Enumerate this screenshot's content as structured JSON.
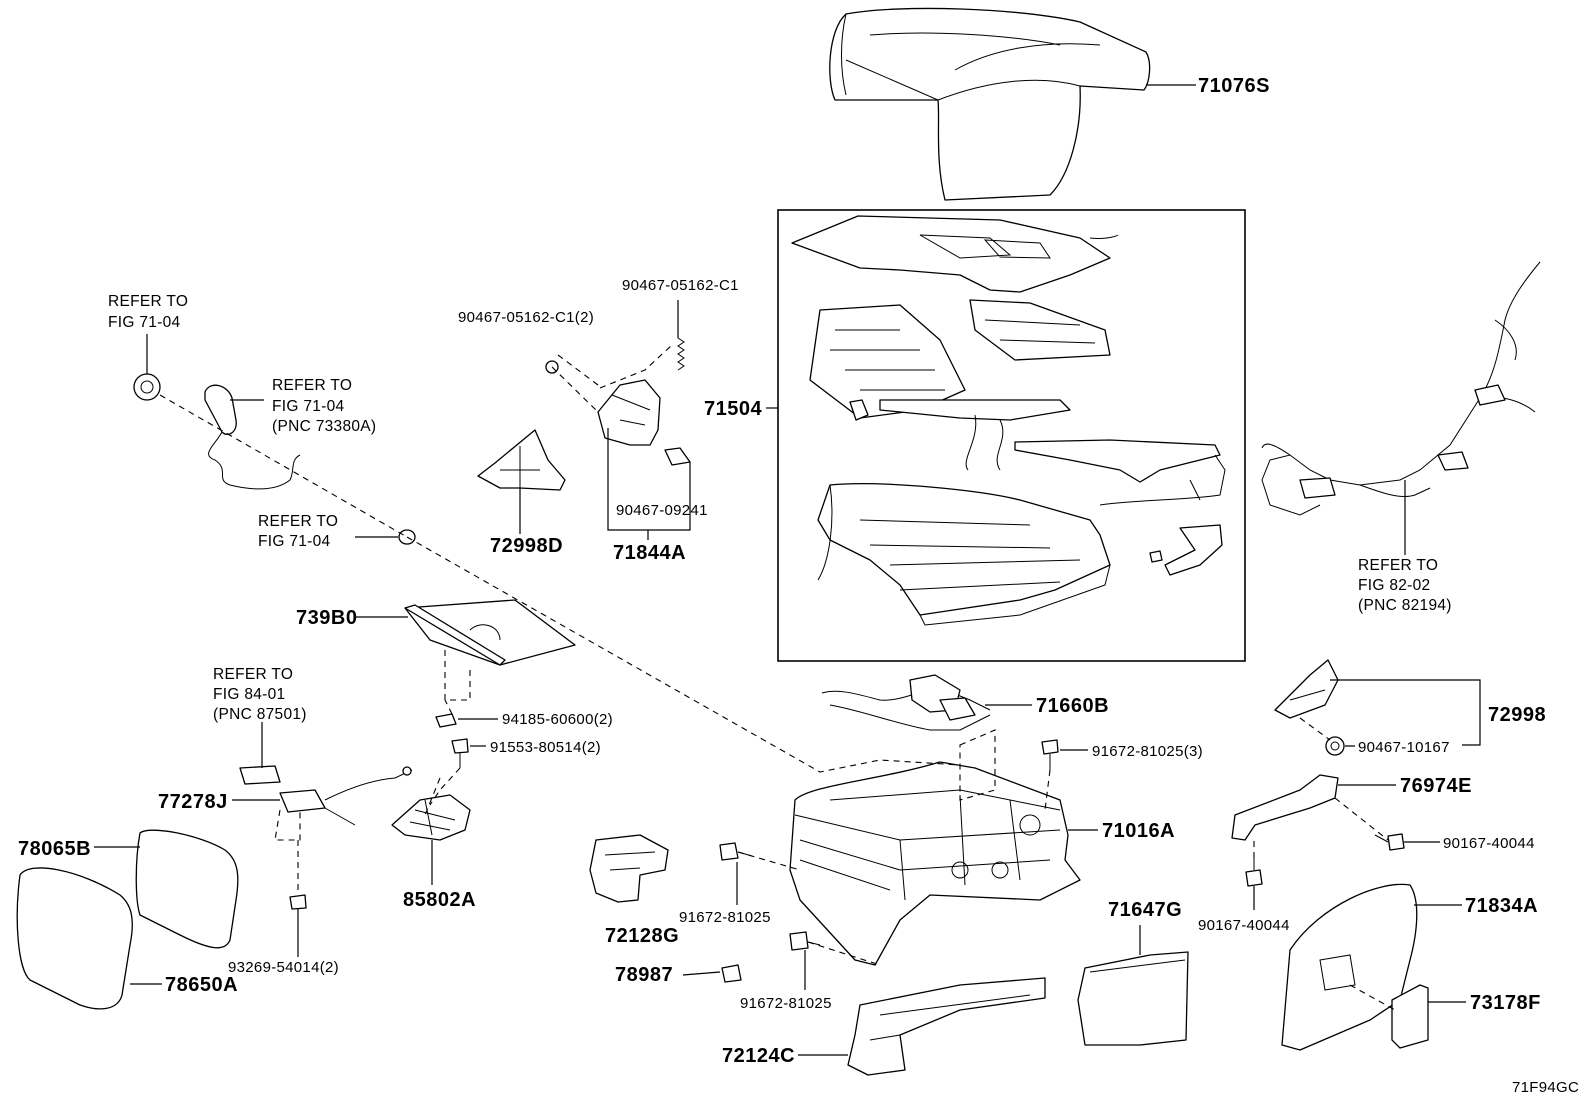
{
  "diagram_code": "71F94GC",
  "callouts": {
    "c71076S": "71076S",
    "c71504": "71504",
    "c72998D": "72998D",
    "c71844A": "71844A",
    "c90467_09241": "90467-09241",
    "c90467_05162_C1_2": "90467-05162-C1(2)",
    "c90467_05162_C1": "90467-05162-C1",
    "c739B0": "739B0",
    "c94185_60600_2": "94185-60600(2)",
    "c91553_80514_2": "91553-80514(2)",
    "c77278J": "77278J",
    "c85802A": "85802A",
    "c78065B": "78065B",
    "c78650A": "78650A",
    "c93269_54014_2": "93269-54014(2)",
    "c71660B": "71660B",
    "c91672_81025_3": "91672-81025(3)",
    "c71016A": "71016A",
    "c72128G": "72128G",
    "c91672_81025_a": "91672-81025",
    "c91672_81025_b": "91672-81025",
    "c78987": "78987",
    "c72124C": "72124C",
    "c71647G": "71647G",
    "c72998": "72998",
    "c90467_10167": "90467-10167",
    "c76974E": "76974E",
    "c90167_40044_a": "90167-40044",
    "c90167_40044_b": "90167-40044",
    "c71834A": "71834A",
    "c73178F": "73178F"
  },
  "references": {
    "r1": {
      "l1": "REFER TO",
      "l2": "FIG 71-04"
    },
    "r2": {
      "l1": "REFER TO",
      "l2": "FIG 71-04",
      "l3": "(PNC 73380A)"
    },
    "r3": {
      "l1": "REFER TO",
      "l2": "FIG 71-04"
    },
    "r4": {
      "l1": "REFER TO",
      "l2": "FIG 84-01",
      "l3": "(PNC 87501)"
    },
    "r5": {
      "l1": "REFER TO",
      "l2": "FIG 82-02",
      "l3": "(PNC 82194)"
    }
  }
}
